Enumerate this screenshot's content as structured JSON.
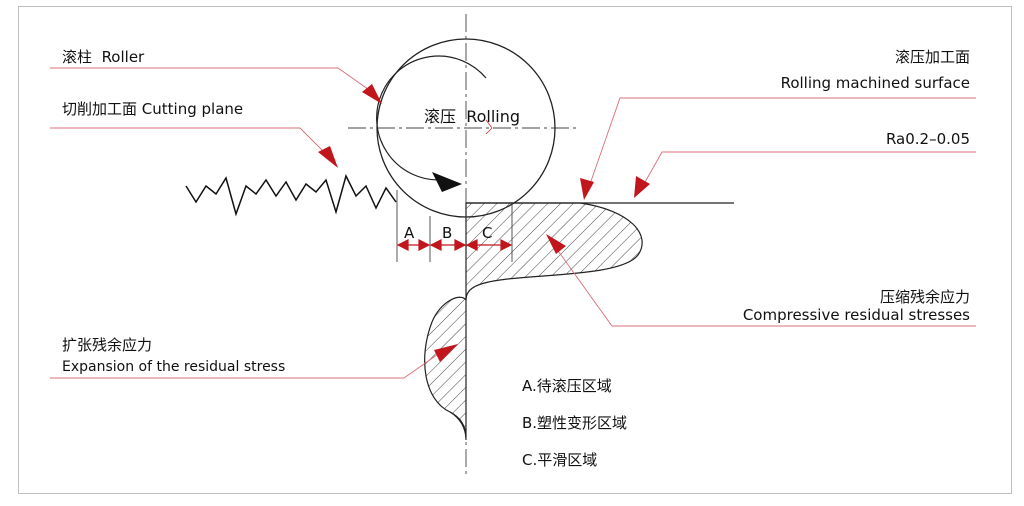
{
  "labels": {
    "roller_cn": "滚柱",
    "roller_en": "Roller",
    "cutting_cn": "切削加工面",
    "cutting_en": "Cutting plane",
    "rolling_cn": "滚压",
    "rolling_en": "Rolling",
    "machined_cn": "滚压加工面",
    "machined_en": "Rolling machined surface",
    "roughness": "Ra0.2–0.05",
    "zone_a": "A",
    "zone_b": "B",
    "zone_c": "C",
    "compressive_cn": "压缩残余应力",
    "compressive_en": "Compressive residual stresses",
    "expansion_cn": "扩张残余应力",
    "expansion_en": "Expansion of the residual stress"
  },
  "legend": [
    {
      "text": "A.待滚压区域"
    },
    {
      "text": "B.塑性变形区域"
    },
    {
      "text": "C.平滑区域"
    }
  ],
  "colors": {
    "leader": "#d9707a",
    "arrow": "#c0161c",
    "line": "#222222",
    "frame": "#bfbfbf"
  }
}
